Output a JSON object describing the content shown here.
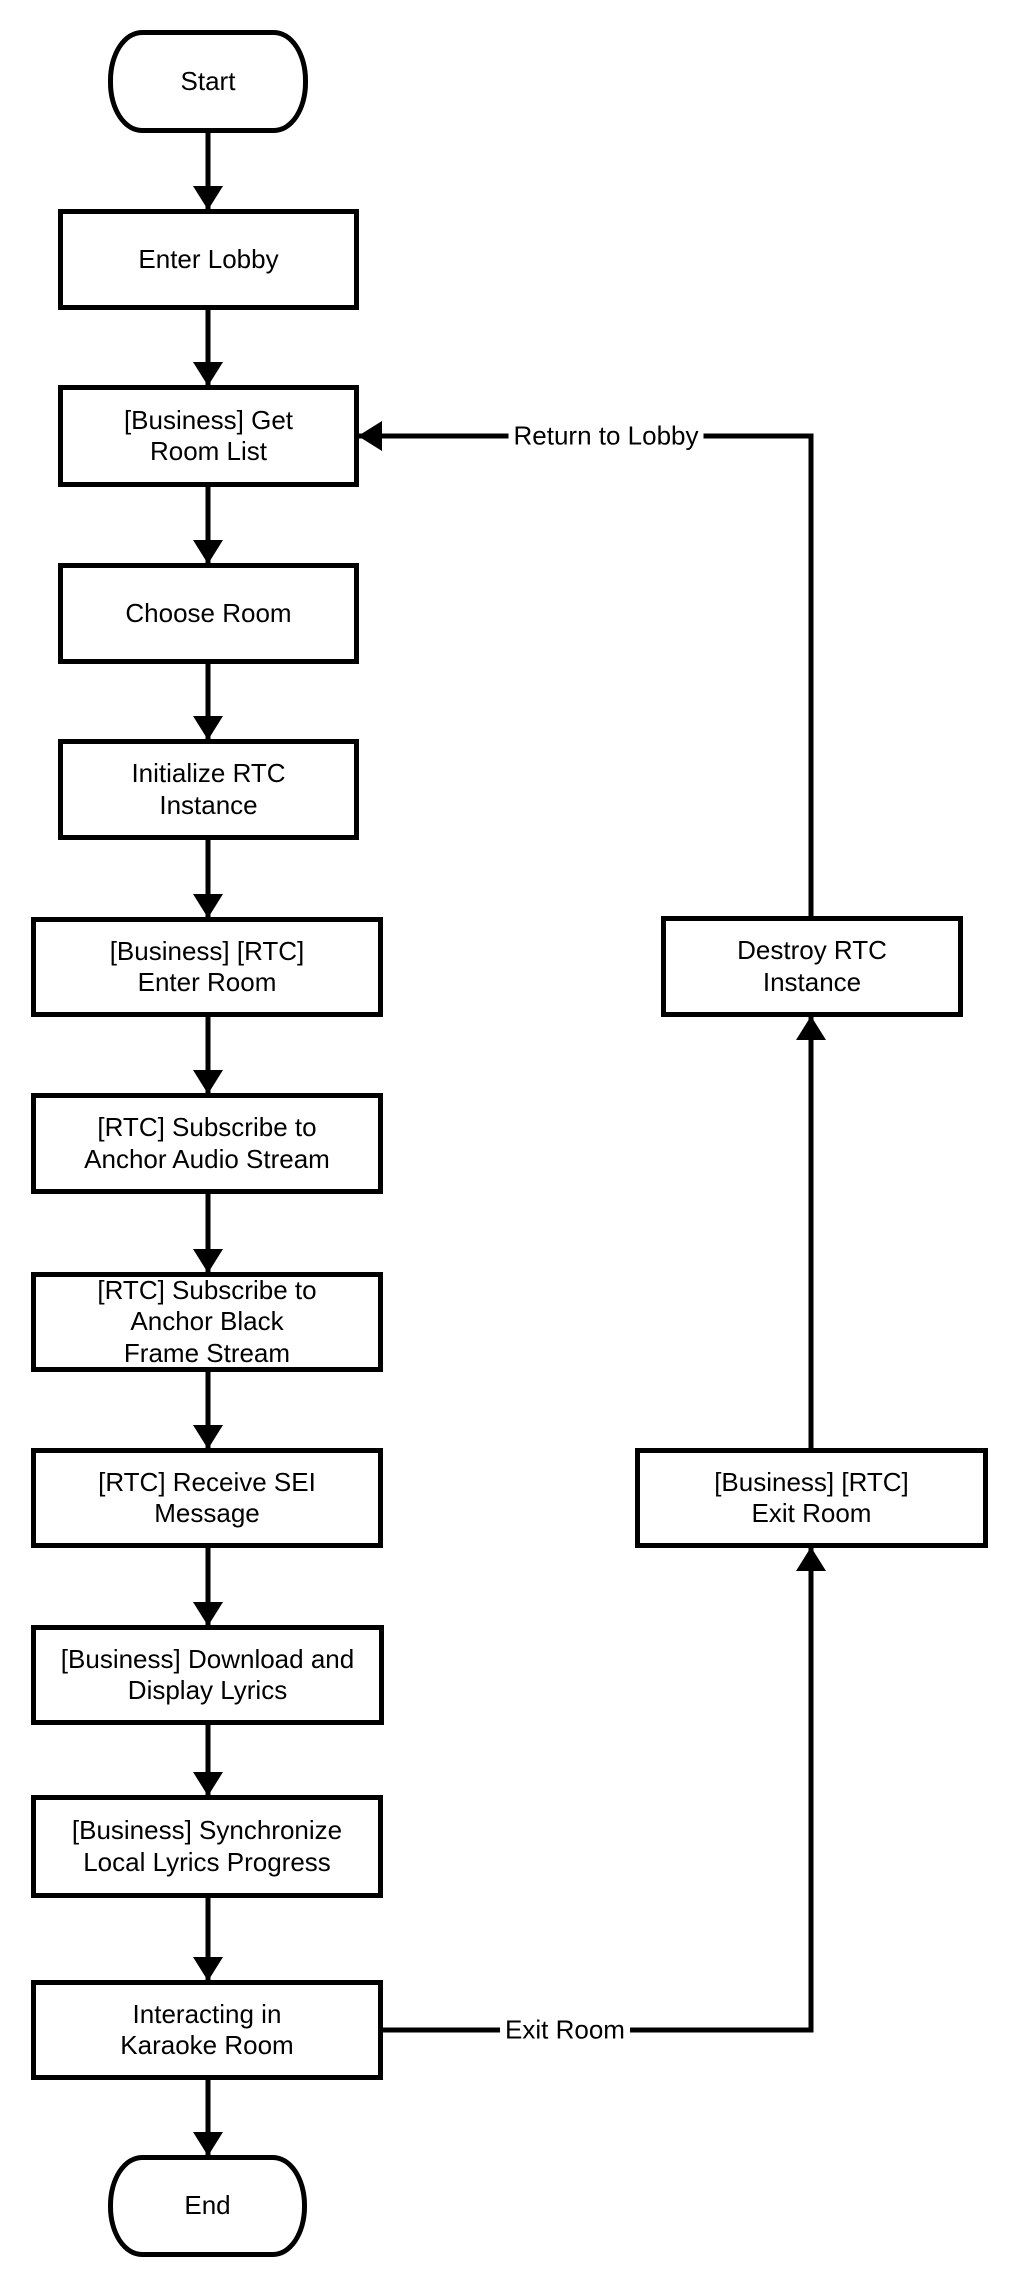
{
  "diagram": {
    "background": "#ffffff",
    "line_color": "#000000",
    "text_color": "#000000"
  },
  "nodes": {
    "start": {
      "label": "Start",
      "type": "terminal"
    },
    "enter_lobby": {
      "label": "Enter Lobby",
      "type": "process"
    },
    "get_room_list": {
      "label": "[Business] Get\nRoom List",
      "type": "process"
    },
    "choose_room": {
      "label": "Choose Room",
      "type": "process"
    },
    "initialize_rtc": {
      "label": "Initialize RTC\nInstance",
      "type": "process"
    },
    "enter_room": {
      "label": "[Business] [RTC]\nEnter Room",
      "type": "process"
    },
    "subscribe_audio": {
      "label": "[RTC] Subscribe to\nAnchor Audio Stream",
      "type": "process"
    },
    "subscribe_black_frame": {
      "label": "[RTC] Subscribe to\nAnchor Black\nFrame Stream",
      "type": "process"
    },
    "receive_sei": {
      "label": "[RTC] Receive SEI\nMessage",
      "type": "process"
    },
    "download_lyrics": {
      "label": "[Business] Download and\nDisplay Lyrics",
      "type": "process"
    },
    "sync_lyrics": {
      "label": "[Business] Synchronize\nLocal Lyrics Progress",
      "type": "process"
    },
    "interacting": {
      "label": "Interacting in\nKaraoke Room",
      "type": "process"
    },
    "end": {
      "label": "End",
      "type": "terminal"
    },
    "destroy_rtc": {
      "label": "Destroy RTC\nInstance",
      "type": "process"
    },
    "exit_room_node": {
      "label": "[Business] [RTC]\nExit Room",
      "type": "process"
    }
  },
  "edge_labels": {
    "return_to_lobby": "Return to Lobby",
    "exit_room": "Exit Room"
  }
}
